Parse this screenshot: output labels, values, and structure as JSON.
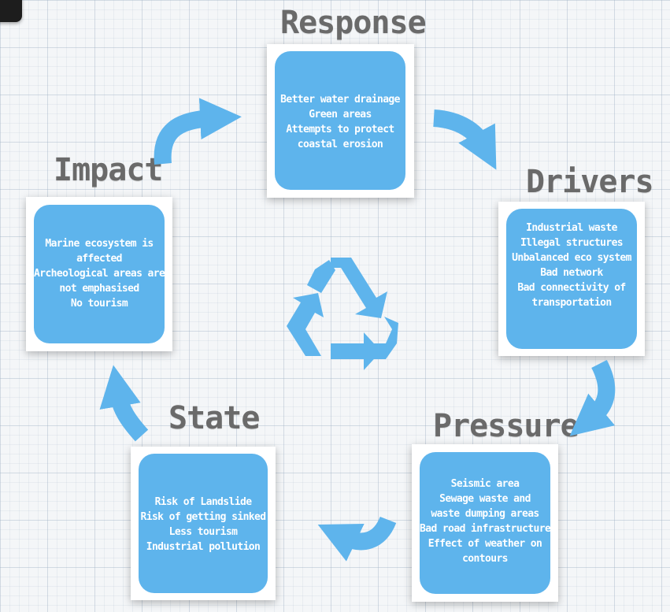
{
  "colors": {
    "accent": "#5eb4ec",
    "heading": "#6a6a6a",
    "card_border": "#ffffff"
  },
  "stages": {
    "response": {
      "title": "Response",
      "lines": [
        "Better water drainage",
        "Green areas",
        "Attempts to protect",
        "coastal erosion"
      ]
    },
    "drivers": {
      "title": "Drivers",
      "lines": [
        "Industrial waste",
        "Illegal structures",
        "Unbalanced eco system",
        "Bad network",
        "Bad connectivity of",
        "transportation"
      ]
    },
    "pressure": {
      "title": "Pressure",
      "lines": [
        "Seismic area",
        "Sewage waste and",
        "waste dumping areas",
        "Bad road infrastructure",
        "Effect of weather on",
        "contours"
      ]
    },
    "state": {
      "title": "State",
      "lines": [
        "Risk of Landslide",
        "Risk of getting sinked",
        "Less tourism",
        "Industrial pollution"
      ]
    },
    "impact": {
      "title": "Impact",
      "lines": [
        "Marine ecosystem is",
        "affected",
        "Archeological areas are",
        "not emphasised",
        "No tourism"
      ]
    }
  },
  "icons": {
    "center": "recycle-icon",
    "arrows": "curved-arrow-icon"
  }
}
